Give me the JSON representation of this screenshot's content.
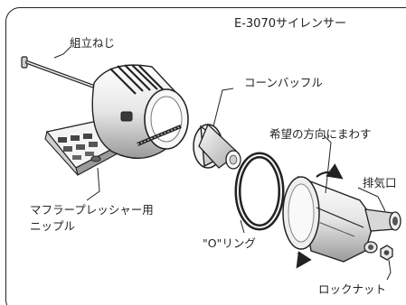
{
  "title": "E-3070サイレンサー",
  "labels": {
    "assembly_screw": "組立ねじ",
    "cone_baffle": "コーンバッフル",
    "rotate_direction": "希望の方向にまわす",
    "exhaust_port": "排気口",
    "o_ring": "\"O\"リング",
    "lock_nut": "ロックナット",
    "muffler_nipple_line1": "マフラープレッシャー用",
    "muffler_nipple_line2": "ニップル"
  },
  "colors": {
    "ink": "#222222",
    "background": "#ffffff",
    "metal_light": "#f2f2f2",
    "metal_mid": "#bdbdbd",
    "metal_dark": "#4a4a4a"
  }
}
